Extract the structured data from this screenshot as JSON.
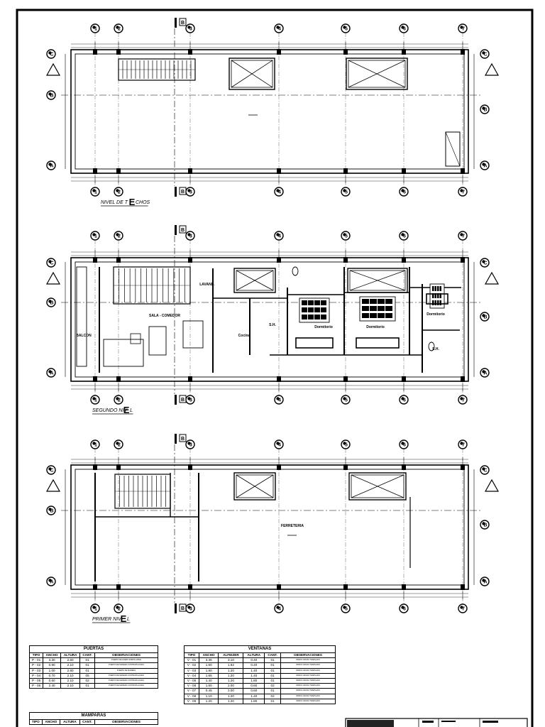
{
  "levels": [
    {
      "id": "techos",
      "label_start": "NIVEL DE T",
      "label_mark": "E",
      "label_end": "CHOS",
      "room_labels": []
    },
    {
      "id": "segundo",
      "label_start": "SEGUNDO NIV",
      "label_mark": "E",
      "label_end": "L",
      "room_labels": [
        "LAVAND.",
        "SALA - COMEDOR",
        "BALCON",
        "S.H.",
        "Cocina",
        "Dormitorio",
        "Dormitorio",
        "Dormitorio",
        "S.H."
      ]
    },
    {
      "id": "primer",
      "label_start": "PRIMER NIV",
      "label_mark": "E",
      "label_end": "L",
      "room_labels": [
        "FERRETERIA"
      ]
    }
  ],
  "grid": {
    "columns": [
      "1",
      "2",
      "3",
      "4",
      "5",
      "6",
      "7"
    ],
    "rows": [
      "A",
      "B",
      "C"
    ],
    "section_marker": "B"
  },
  "puertas": {
    "title": "PUERTAS",
    "headers": [
      "TIPO",
      "ANCHO",
      "ALTURA",
      "CANT.",
      "OBSERVACIONES"
    ],
    "rows": [
      [
        "P - 01",
        "3.30",
        "2.60",
        "01",
        "PUERTA DE ACERO ENROLLABLE"
      ],
      [
        "P - 02",
        "0.90",
        "2.10",
        "01",
        "PUERTA DE MADERA CONTRAPLACADA"
      ],
      [
        "P - 03",
        "1.00",
        "2.60",
        "01",
        "PUERTA DE MADERA"
      ],
      [
        "P - 04",
        "0.70",
        "2.10",
        "05",
        "PUERTA DE MADERA CONTRAPLACADA"
      ],
      [
        "P - 05",
        "0.60",
        "2.10",
        "02",
        "PUERTA DE MADERA CONTRAPLACADA"
      ],
      [
        "P - 06",
        "2.40",
        "2.10",
        "01",
        "PUERTA DE MADERA CONTRAPLACADA"
      ]
    ]
  },
  "ventanas": {
    "title": "VENTANAS",
    "headers": [
      "TIPO",
      "ANCHO",
      "ALFEIZER",
      "ALTURA",
      "CANT.",
      "OBSERVACIONES"
    ],
    "rows": [
      [
        "V - 01",
        "3.35",
        "3.10",
        "0.40",
        "01",
        "VIDRIO CRUDO TEMPLADO"
      ],
      [
        "V - 02",
        "1.60",
        "1.62",
        "0.40",
        "01",
        "VIDRIO CRUDO TEMPLADO"
      ],
      [
        "V - 03",
        "1.90",
        "1.20",
        "1.40",
        "01",
        "VIDRIO CRUDO TEMPLADO"
      ],
      [
        "V - 04",
        "1.65",
        "1.20",
        "1.40",
        "01",
        "VIDRIO CRUDO TEMPLADO"
      ],
      [
        "V - 05",
        "1.40",
        "1.20",
        "1.80",
        "01",
        "VIDRIO CRUDO TEMPLADO"
      ],
      [
        "V - 06",
        "1.60",
        "2.00",
        "0.60",
        "02",
        "VIDRIO CRUDO TEMPLADO"
      ],
      [
        "V - 07",
        "0.45",
        "2.00",
        "0.60",
        "01",
        "VIDRIO CRUDO TEMPLADO"
      ],
      [
        "V - 08",
        "1.10",
        "1.20",
        "1.40",
        "02",
        "VIDRIO CRUDO TEMPLADO"
      ],
      [
        "V - 09",
        "1.20",
        "1.20",
        "1.80",
        "01",
        "VIDRIO CRUDO TEMPLADO"
      ]
    ]
  },
  "mamparas": {
    "title": "MAMPARAS",
    "headers": [
      "TIPO",
      "ANCHO",
      "ALTURA",
      "CANT.",
      "OBSERVACIONES"
    ]
  }
}
